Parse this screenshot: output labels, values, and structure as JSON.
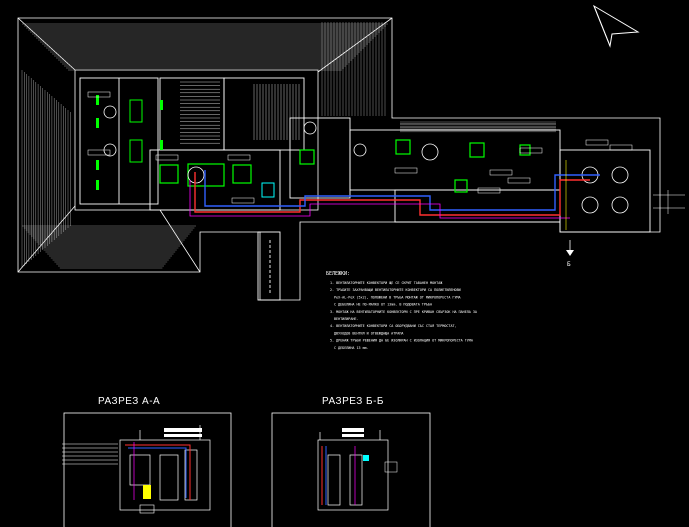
{
  "drawing": {
    "colors": {
      "background": "#000000",
      "lines": "#ffffff",
      "equipment": "#00ff00",
      "duct_supply": "#ff3030",
      "duct_return": "#3060ff",
      "pipe": "#ff00ff",
      "cyan": "#00ffff",
      "yellow": "#ffff00"
    },
    "north_arrow": {
      "icon": "north-arrow-icon"
    },
    "section_mark": "Б",
    "notes": {
      "title": "БЕЛЕЖКИ:",
      "items": [
        "1. ВЕНТИЛАТОРНИТЕ КОНВЕКТОРИ ЩЕ СЕ СКРИТ ТАВАНЕН МОНТАЖ",
        "2. ТРЪБИТЕ ЗАХРАНВАЩИ ВЕНТИЛАТОРНИТЕ КОНВЕКТОРИ СА ПОЛИЕТИЛЕНОВИ",
        "PeX-AL-PeX (5х2), ПОЛОЖЕНИ В ТРЪБА МОНТАЖ ОТ МИКРОПОРЕСТА ГУМА",
        "С ДЕБЕЛИНА НЕ ПО-МАЛКО ОТ 13mm. В ПОДОВАТА ТРЪБА",
        "3. МОНТАЖ НА ВЕНТИЛАТОРНИТЕ КОНВЕКТОРИ С ПРЕ КРИВАН СВЪРЗОК НА ПАНЕЛА ЗА",
        "ВЕНТИЛИРАНЕ.",
        "4. ВЕНТИЛАТОРНИТЕ КОНВЕКТОРИ СА ОБОРУДВАНИ СЪС СТАЯ ТЕРМОСТАТ,",
        "ДВУХОДОВ ВЕНТИЛ И ОТВЕЖДАЩА АТРАПА",
        "5. ДРЕНАЖ ТРЪБИ РЕШЕНИЯ ДА БЕ ИЗОЛИРАН С ИЗОЛАЦИЯ ОТ МИКРОПОРЕСТА ГУМА",
        "С ДЕБЕЛИНА 13 mm."
      ]
    },
    "section_a": {
      "title": "РАЗРЕЗ А-А"
    },
    "section_b": {
      "title": "РАЗРЕЗ Б-Б"
    }
  }
}
